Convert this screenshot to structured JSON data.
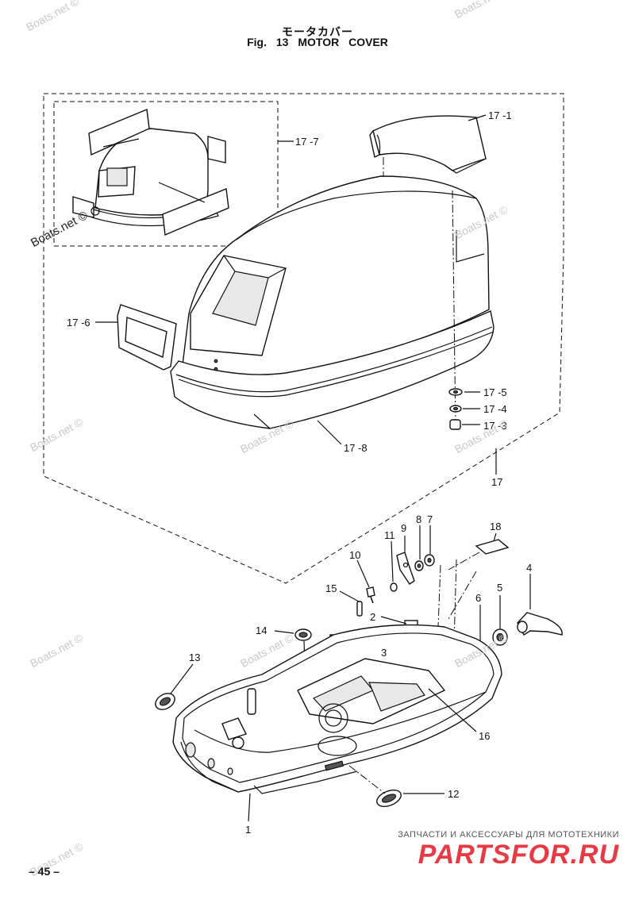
{
  "header": {
    "title_jp": "モータカバー",
    "title_en": "Fig. 13    MOTOR COVER"
  },
  "page_number": "– 45 –",
  "brand": {
    "tagline": "ЗАПЧАСТИ И АКСЕССУАРЫ ДЛЯ МОТОТЕХНИКИ",
    "logo_text": "PARTSFOR.RU",
    "logo_color": "#e63a45"
  },
  "watermarks": [
    "Boats.net ©",
    "Boats.net ©",
    "Boats.net ©",
    "Boats.net ©",
    "Boats.net ©",
    "Boats.net ©",
    "Boats.net ©",
    "Boats.net ©",
    "Boats.net ©",
    "Boats.net ©"
  ],
  "watermark_dark": "Boats.net ©",
  "callouts": {
    "p17_1": "17 -1",
    "p17_7": "17 -7",
    "p17_6": "17 -6",
    "p17_5": "17 -5",
    "p17_4": "17 -4",
    "p17_3": "17 -3",
    "p17_8": "17 -8",
    "p17": "17",
    "p18": "18",
    "p9": "9",
    "p8": "8",
    "p7": "7",
    "p11": "11",
    "p10": "10",
    "p4": "4",
    "p15": "15",
    "p6": "6",
    "p5": "5",
    "p2": "2",
    "p14": "14",
    "p3": "3",
    "p13": "13",
    "p16": "16",
    "p12": "12",
    "p1": "1"
  }
}
